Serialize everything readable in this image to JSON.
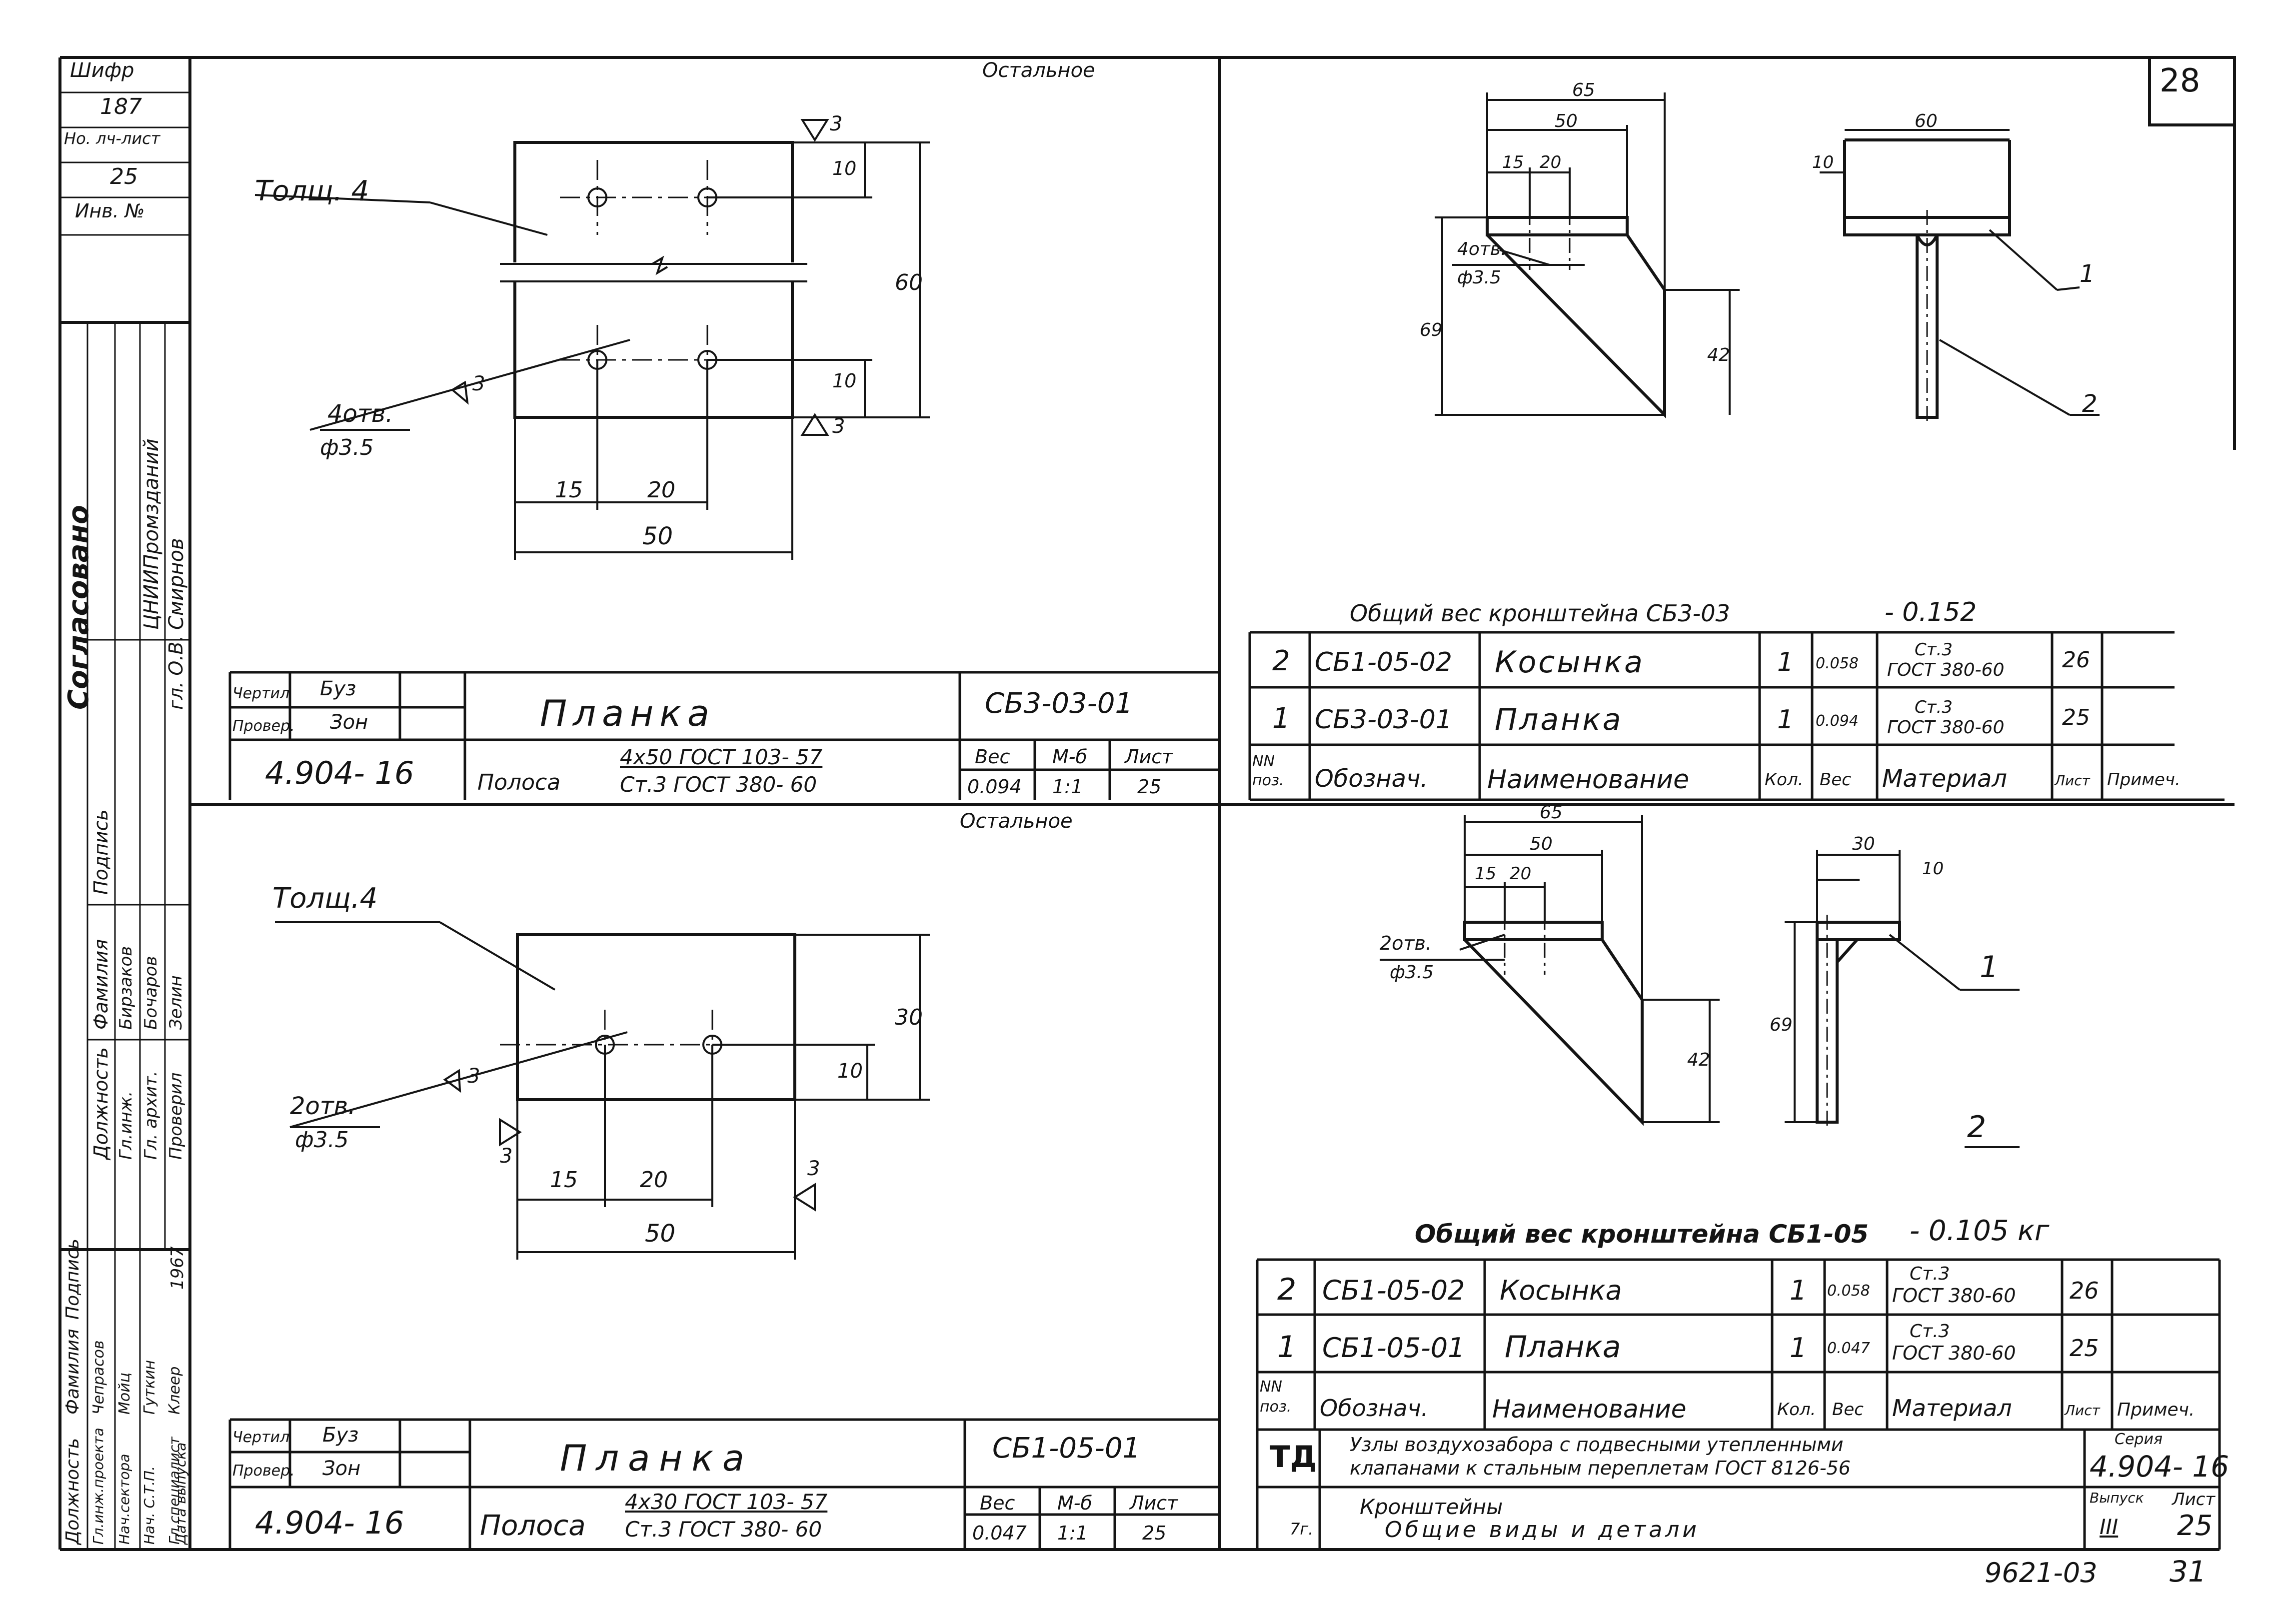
{
  "page": {
    "sheet_number": "28",
    "footer_left": "9621-03",
    "footer_right": "31"
  },
  "left_stamp": {
    "top": [
      "Шифр",
      "187",
      "Но. лч-лист",
      "25",
      "Инв. №"
    ],
    "approval_title": "Согласовано",
    "approval_cols": [
      {
        "role": "Должность",
        "a": "Гл.инж.",
        "b": "Гл. архит.",
        "c": "Проверил"
      },
      {
        "role": "Фамилия",
        "a": "Бирзаков",
        "b": "Бочаров",
        "c": "Зелин"
      },
      {
        "role": "Подпись",
        "a": "",
        "b": "",
        "c": ""
      },
      {
        "role": "ЦНИИПромзданий",
        "a": "Смирнов",
        "b": "гл. О.В.",
        "c": ""
      }
    ],
    "bottom_cols": [
      "Должность",
      "Фамилия",
      "Подпись",
      "1967"
    ],
    "bottom_names": [
      "Гл.инж.проекта",
      "Нач.сектора",
      "Нач. С.Т.П.",
      "Гл.специалист",
      "Дата выпуска"
    ],
    "bottom_fams": [
      "Чепрасов",
      "Мойц",
      "Гуткин",
      "Клеер"
    ],
    "year": "1967"
  },
  "panel_top_left": {
    "surface_note": "Остальное",
    "thickness_label": "Толщ. 4",
    "holes_label": "4отв.",
    "holes_dia": "ф3.5",
    "roughness": "3",
    "dims": {
      "w50": "50",
      "d15": "15",
      "d20": "20",
      "h60": "60",
      "d10a": "10",
      "d10b": "10"
    },
    "title_block": {
      "drawn_label": "Чертил",
      "checked_label": "Провер.",
      "drawn_sign": "Буз",
      "checked_sign": "Зон",
      "name": "Планка",
      "code": "СБ3-03-01",
      "series": "4.904- 16",
      "material_prefix": "Полоса",
      "material_top": "4x50 ГОСТ 103- 57",
      "material_bottom": "Ст.3 ГОСТ 380- 60",
      "weight_label": "Вес",
      "scale_label": "М-б",
      "sheet_label": "Лист",
      "weight": "0.094",
      "scale": "1:1",
      "sheet": "25"
    }
  },
  "panel_bottom_left": {
    "surface_note": "Остальное",
    "thickness_label": "Толщ.4",
    "holes_label": "2отв.",
    "holes_dia": "ф3.5",
    "roughness": "3",
    "dims": {
      "w50": "50",
      "d15": "15",
      "d20": "20",
      "h30": "30",
      "d10": "10"
    },
    "title_block": {
      "drawn_label": "Чертил",
      "checked_label": "Провер.",
      "drawn_sign": "Буз",
      "checked_sign": "Зон",
      "name": "Планка",
      "code": "СБ1-05-01",
      "series": "4.904- 16",
      "material_prefix": "Полоса",
      "material_top": "4x30 ГОСТ 103- 57",
      "material_bottom": "Ст.3 ГОСТ 380- 60",
      "weight_label": "Вес",
      "scale_label": "М-б",
      "sheet_label": "Лист",
      "weight": "0.047",
      "scale": "1:1",
      "sheet": "25"
    }
  },
  "panel_top_right": {
    "dims": {
      "d65": "65",
      "d50": "50",
      "d15": "15",
      "d20": "20",
      "d69": "69",
      "d42": "42",
      "d60": "60",
      "d10": "10"
    },
    "holes_label": "4отв.",
    "holes_dia": "ф3.5",
    "callout1": "1",
    "callout2": "2",
    "total_weight": "Общий вес кронштейна СБ3-03",
    "total_value": "- 0.152",
    "rows": [
      {
        "pos": "2",
        "code": "СБ1-05-02",
        "name": "Косынка",
        "qty": "1",
        "weight": "0.058",
        "mat1": "Ст.3",
        "mat2": "ГОСТ 380-60",
        "sheet": "26"
      },
      {
        "pos": "1",
        "code": "СБ3-03-01",
        "name": "Планка",
        "qty": "1",
        "weight": "0.094",
        "mat1": "Ст.3",
        "mat2": "ГОСТ 380-60",
        "sheet": "25"
      }
    ],
    "header": {
      "pos": "NN поз.",
      "code": "Обознач.",
      "name": "Наименование",
      "qty": "Кол.",
      "weight": "Вес",
      "mat": "Материал",
      "sheet": "Лист",
      "note": "Примеч."
    }
  },
  "panel_bottom_right": {
    "dims": {
      "d65": "65",
      "d50": "50",
      "d15": "15",
      "d20": "20",
      "d69": "69",
      "d42": "42",
      "d30": "30",
      "d10": "10"
    },
    "holes_label": "2отв.",
    "holes_dia": "ф3.5",
    "callout1": "1",
    "callout2": "2",
    "total_weight": "Общий вес кронштейна СБ1-05",
    "total_value": "- 0.105 кг",
    "rows": [
      {
        "pos": "2",
        "code": "СБ1-05-02",
        "name": "Косынка",
        "qty": "1",
        "weight": "0.058",
        "mat1": "Ст.3",
        "mat2": "ГОСТ 380-60",
        "sheet": "26"
      },
      {
        "pos": "1",
        "code": "СБ1-05-01",
        "name": "Планка",
        "qty": "1",
        "weight": "0.047",
        "mat1": "Ст.3",
        "mat2": "ГОСТ 380-60",
        "sheet": "25"
      }
    ],
    "header": {
      "pos": "NN поз.",
      "code": "Обознач.",
      "name": "Наименование",
      "qty": "Кол.",
      "weight": "Вес",
      "mat": "Материал",
      "sheet": "Лист",
      "note": "Примеч."
    },
    "main_stamp": {
      "td": "ТД",
      "title1": "Узлы воздухозабора с подвесными утепленными",
      "title2": "клапанами к стальным переплетам ГОСТ 8126-56",
      "subtitle1": "Кронштейны",
      "subtitle2": "Общие виды и детали",
      "series_label": "Серия",
      "series": "4.904- 16",
      "issue_label": "Выпуск",
      "issue": "III",
      "sheet_label": "Лист",
      "sheet": "25",
      "year_tag": "7г."
    }
  }
}
